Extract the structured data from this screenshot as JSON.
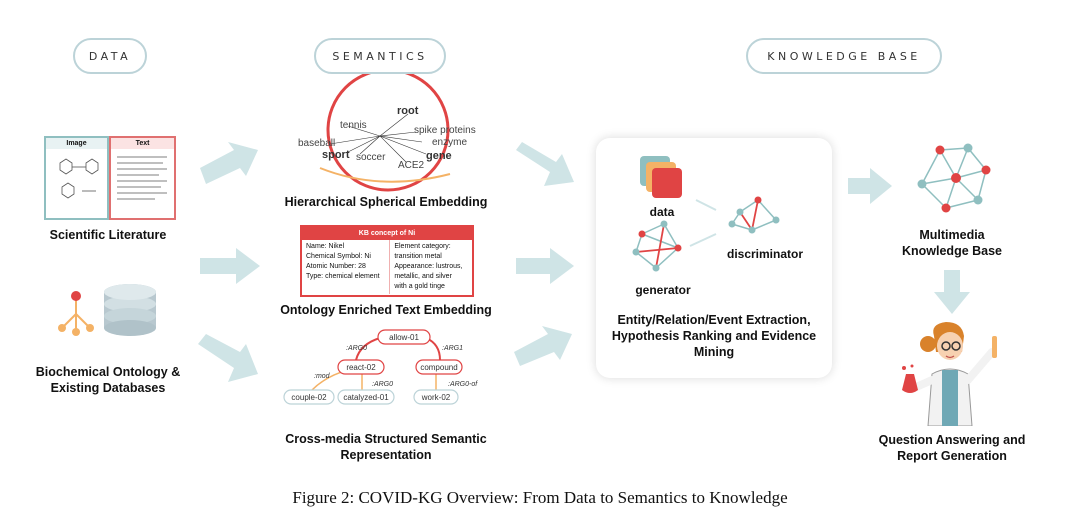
{
  "headers": {
    "data": "DATA",
    "semantics": "SEMANTICS",
    "knowledge": "KNOWLEDGE BASE"
  },
  "literature": {
    "image_tab": "Image",
    "text_tab": "Text",
    "label": "Scientific Literature"
  },
  "ontology": {
    "label_line1": "Biochemical Ontology &",
    "label_line2": "Existing Databases"
  },
  "spherical": {
    "nodes": [
      "tennis",
      "root",
      "baseball",
      "sport",
      "soccer",
      "spike proteins",
      "enzyme",
      "gene",
      "ACE2"
    ],
    "label": "Hierarchical Spherical Embedding"
  },
  "kb_card": {
    "title": "KB concept of Ni",
    "left": [
      "Name: Nikel",
      "Chemical Symbol: Ni",
      "Atomic Number: 28",
      "Type: chemical element"
    ],
    "right": [
      "Element category:",
      "transition metal",
      "Appearance: lustrous,",
      "metallic, and silver",
      "with a gold tinge"
    ],
    "label": "Ontology Enriched Text Embedding"
  },
  "amr": {
    "nodes": [
      "allow-01",
      "react-02",
      "compound",
      "couple-02",
      "catalyzed-01",
      "work-02"
    ],
    "edges": [
      ":ARG0",
      ":ARG1",
      ":mod",
      ":ARG0",
      ":ARG0-of"
    ],
    "label_line1": "Cross-media Structured Semantic",
    "label_line2": "Representation"
  },
  "extraction": {
    "data_label": "data",
    "generator_label": "generator",
    "discriminator_label": "discriminator",
    "label_line1": "Entity/Relation/Event Extraction,",
    "label_line2": "Hypothesis Ranking and Evidence",
    "label_line3": "Mining"
  },
  "kb": {
    "label_line1": "Multimedia",
    "label_line2": "Knowledge Base"
  },
  "qa": {
    "label_line1": "Question Answering and",
    "label_line2": "Report Generation"
  },
  "caption": "Figure 2: COVID-KG Overview: From Data to Semantics to Knowledge",
  "colors": {
    "arrow": "#cfe4e6",
    "red": "#e04444",
    "teal": "#8fbfc0",
    "orange": "#f4b266",
    "pill_border": "#bcd3d8"
  }
}
